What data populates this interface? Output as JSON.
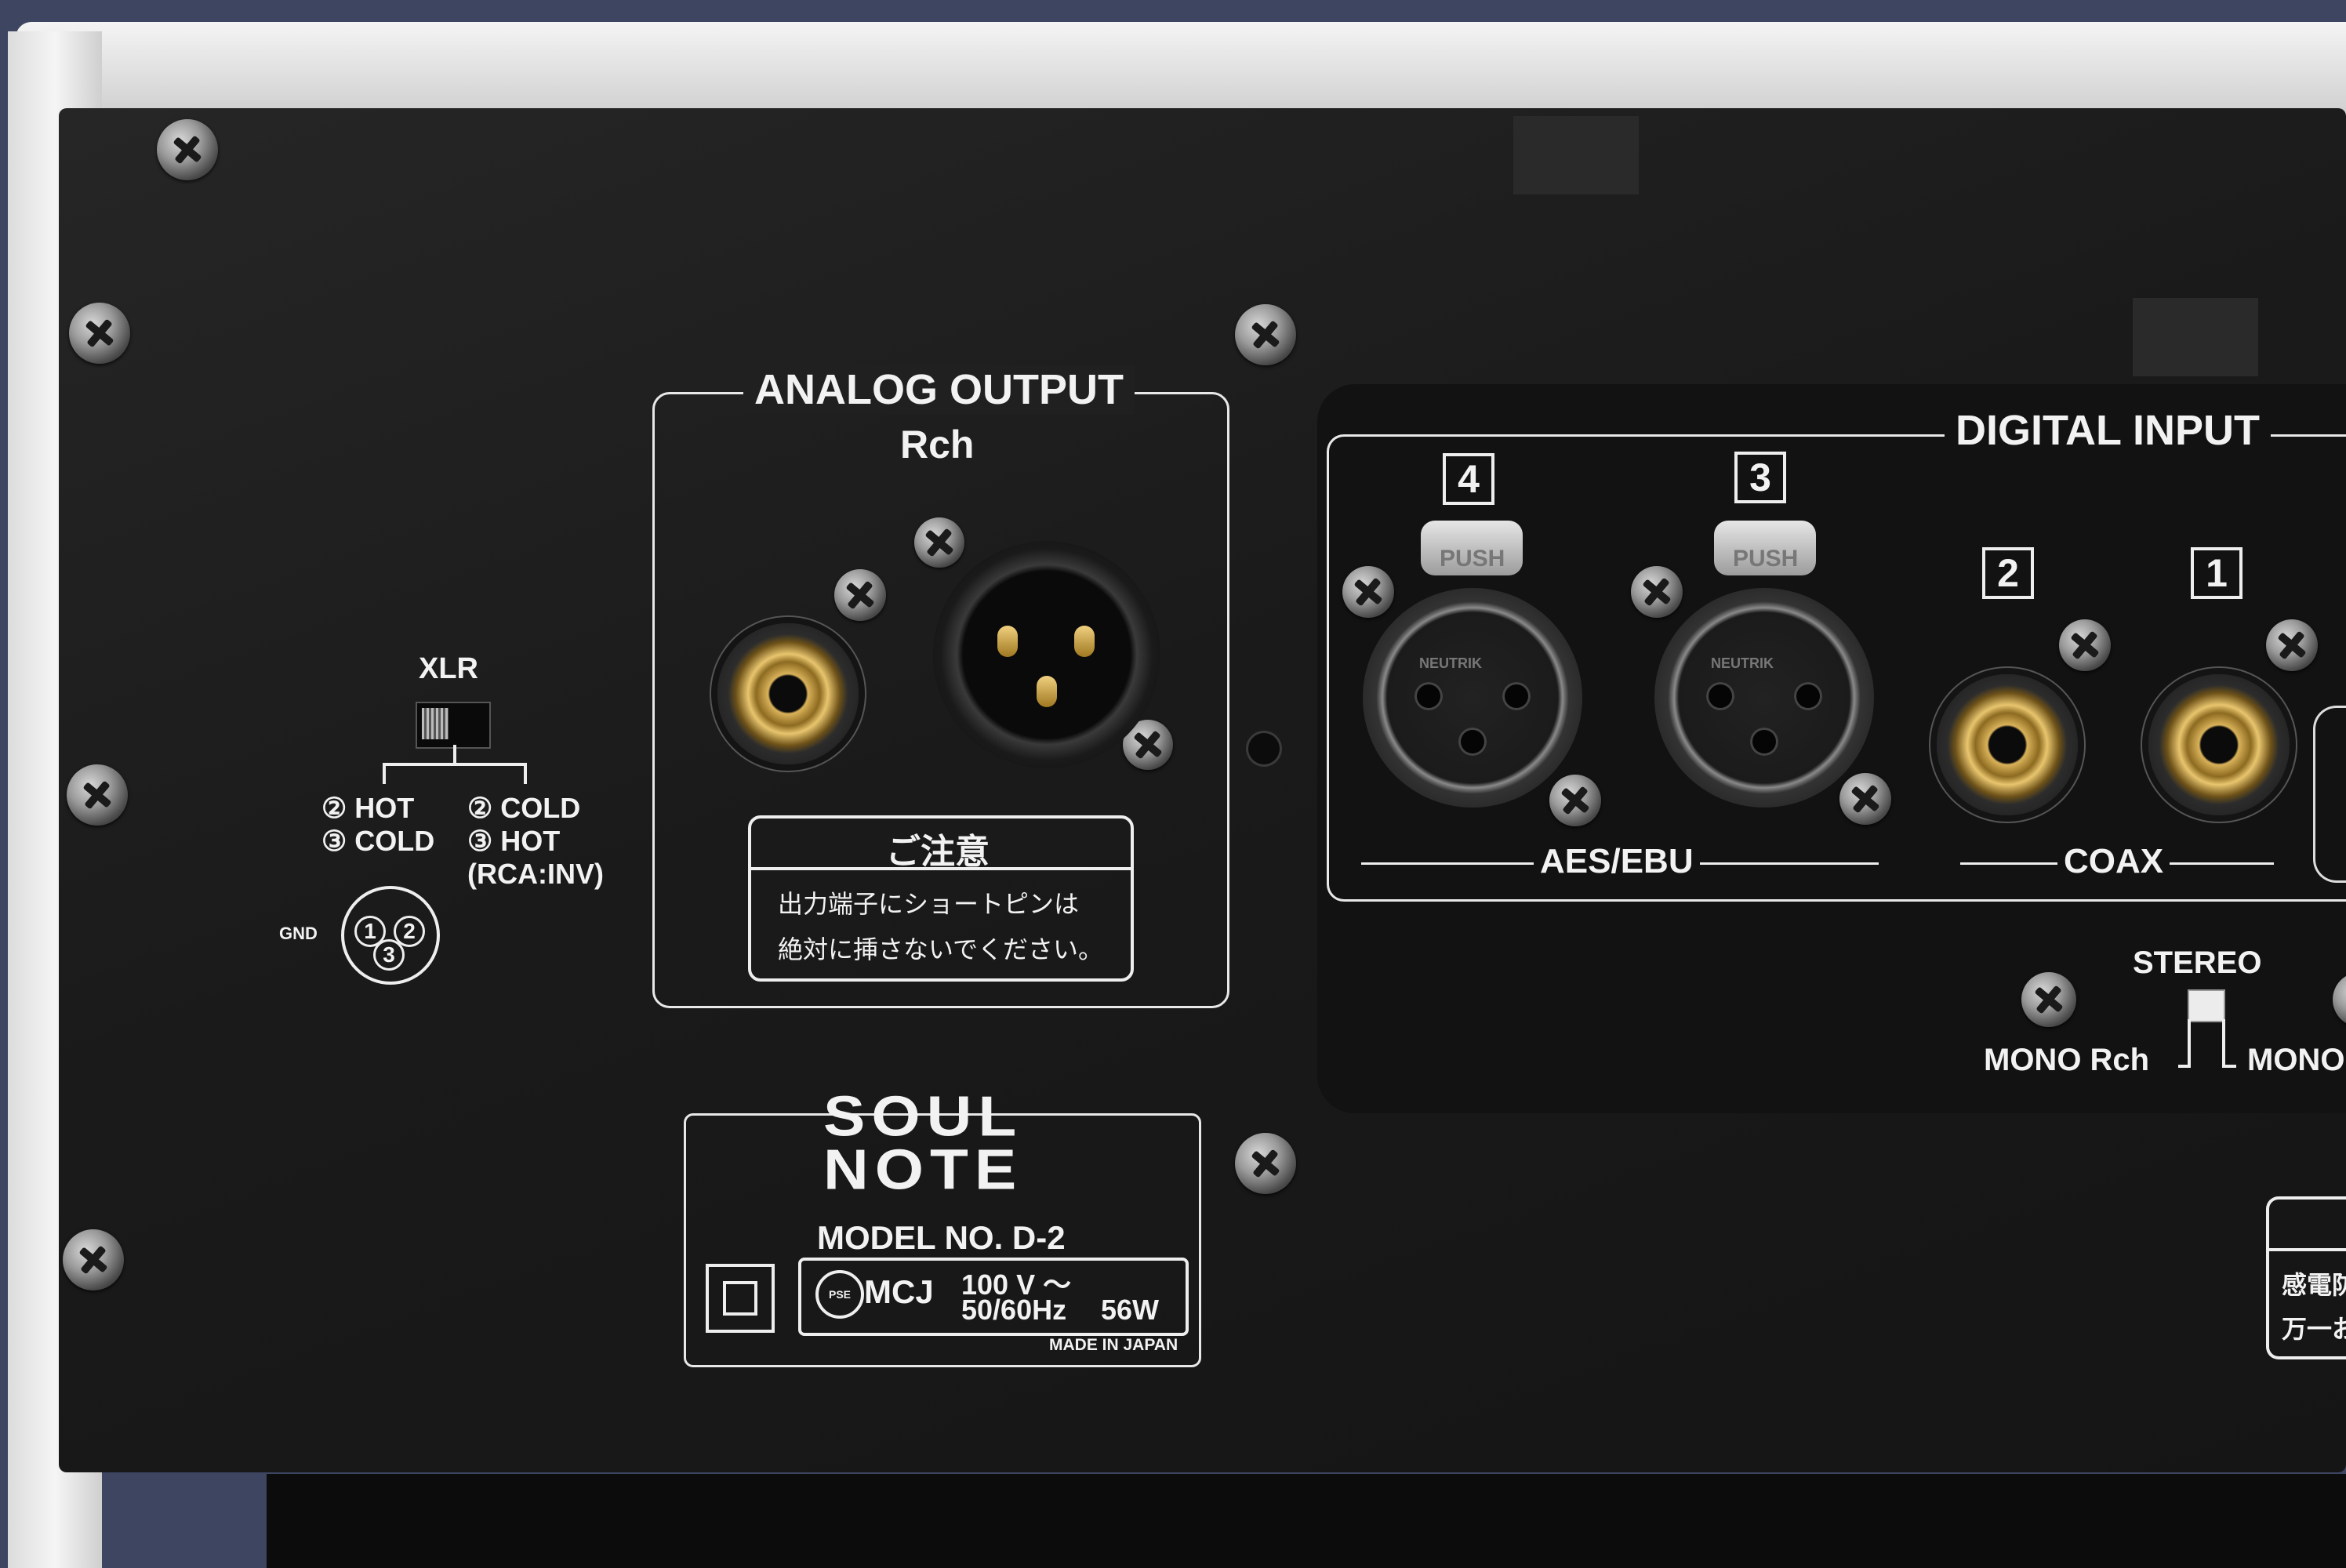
{
  "panel": {
    "analog_output": {
      "title": "ANALOG OUTPUT",
      "channel": "Rch"
    },
    "notice": {
      "title": "ご注意",
      "line1": "出力端子にショートピンは",
      "line2": "絶対に挿さないでください。"
    },
    "xlr_switch": {
      "title": "XLR",
      "left_pos1": "② HOT",
      "left_pos2": "③ COLD",
      "right_pos1": "② COLD",
      "right_pos2": "③ HOT",
      "right_pos3": "(RCA:INV)",
      "gnd": "GND",
      "pin1": "1",
      "pin2": "2",
      "pin3": "3"
    },
    "digital_input": {
      "title": "DIGITAL INPUT",
      "aes_label": "AES/EBU",
      "coax_label": "COAX",
      "input4": "4",
      "input3": "3",
      "input2": "2",
      "input1": "1",
      "brand": "NEUTRIK",
      "push": "PUSH"
    },
    "mode_switch": {
      "stereo": "STEREO",
      "mono_rch": "MONO Rch",
      "mono_lch": "MONO"
    },
    "label_plate": {
      "brand_line1": "SOUL",
      "brand_line2": "NOTE",
      "model": "MODEL  NO. D-2",
      "cert": "MCJ",
      "pse": "PSE",
      "voltage": "100 V ～",
      "frequency": "50/60Hz",
      "power": "56W",
      "origin": "MADE IN JAPAN"
    },
    "warning_plate": {
      "line1": "感電防",
      "line2": "万一お"
    }
  },
  "colors": {
    "panel": "#1b1b1b",
    "chassis_silver": "#e2e2e2",
    "background": "#3d4560",
    "gold": "#c9a24c",
    "print": "#f2f2f2"
  }
}
